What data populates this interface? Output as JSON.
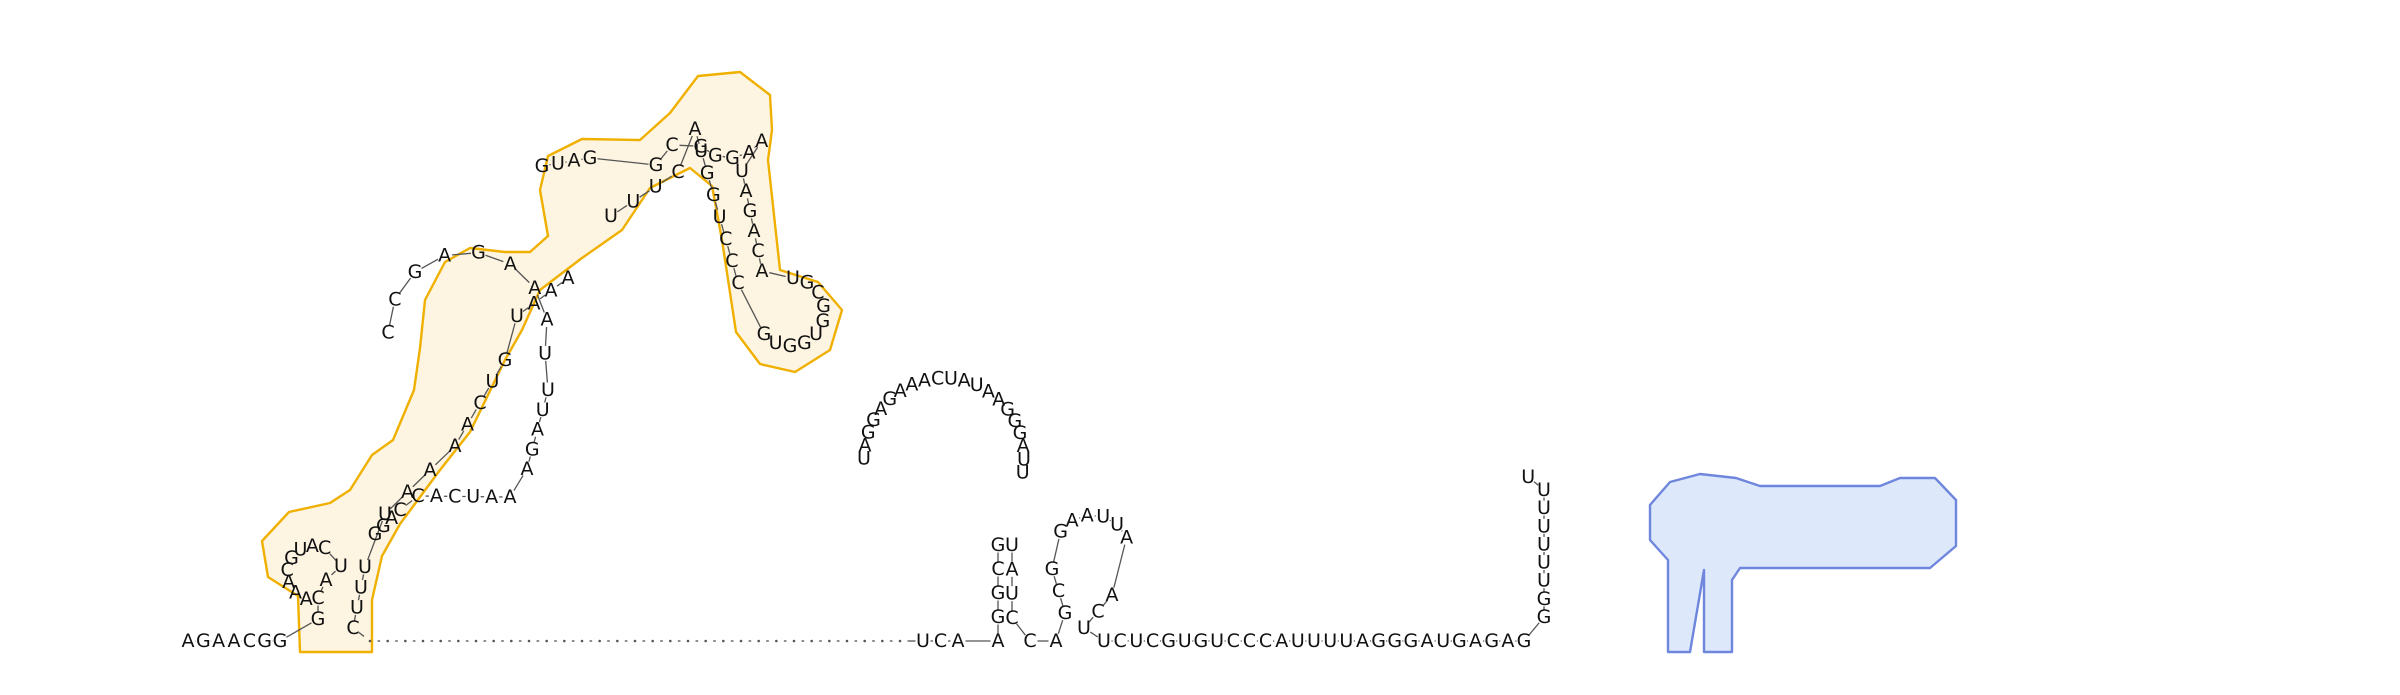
{
  "diagram": {
    "type": "rna-secondary-structure",
    "colors": {
      "nucleotide": "#111111",
      "backbone": "#555555",
      "base_pair": "#1414e0",
      "highlight_yellow_fill": "#fdf4e1",
      "highlight_yellow_stroke": "#f0b000",
      "highlight_yellow_mark": "#f4b400",
      "highlight_blue_fill": "#dde8fb",
      "highlight_blue_stroke": "#6f86dd",
      "highlight_blue_mark": "#7b7be0"
    },
    "sequence": "AGAACGGGCAUCAUGCAAAGGACCACUAAAGAUUUAAAGAGCCGUAGGCGGGAAUAGACAUGCGGUGGUGCCCUGGUACUUUAAAUGUCAAAAUUUUCCUCCAUGAGCUCGAAGCGGUACCCGGCGGAUUCAAGGCGUUAGGGAAUAUCAAAGAGGAUUAUCCAGCGGAAUUAACUUCUCGUGUCCCAUUUUAGGGAUGAGAGGGUUUUUUU",
    "base_pairs": [
      [
        7,
        140
      ],
      [
        8,
        139
      ],
      [
        9,
        138
      ],
      [
        10,
        137
      ],
      [
        11,
        136
      ],
      [
        18,
        52
      ],
      [
        19,
        51
      ],
      [
        20,
        50
      ],
      [
        21,
        49
      ],
      [
        22,
        48
      ],
      [
        36,
        56
      ],
      [
        37,
        55
      ],
      [
        38,
        54
      ],
      [
        39,
        53
      ],
      [
        72,
        84
      ],
      [
        73,
        83
      ],
      [
        74,
        82
      ],
      [
        75,
        81
      ],
      [
        91,
        103
      ],
      [
        92,
        102
      ],
      [
        93,
        101
      ],
      [
        94,
        100
      ],
      [
        117,
        129
      ],
      [
        118,
        128
      ],
      [
        119,
        127
      ],
      [
        120,
        126
      ],
      [
        146,
        160
      ],
      [
        147,
        159
      ],
      [
        148,
        158
      ],
      [
        149,
        157
      ],
      [
        166,
        188
      ],
      [
        167,
        187
      ],
      [
        168,
        186
      ],
      [
        169,
        185
      ],
      [
        170,
        184
      ],
      [
        171,
        183
      ]
    ]
  }
}
